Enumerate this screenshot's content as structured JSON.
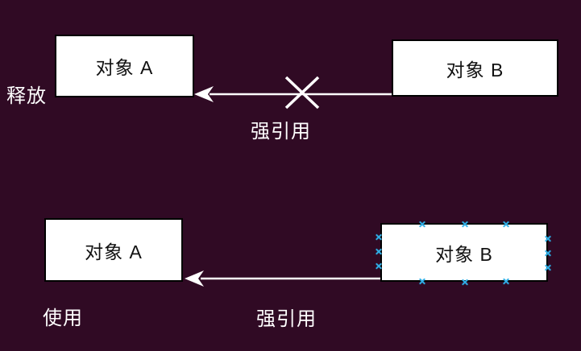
{
  "diagram": {
    "top_scene": {
      "object_a_label": "对象 A",
      "object_b_label": "对象 B",
      "action_label": "释放",
      "arrow_label": "强引用"
    },
    "bottom_scene": {
      "object_a_label": "对象 A",
      "object_b_label": "对象 B",
      "action_label": "使用",
      "arrow_label": "强引用"
    },
    "selection_handle_glyph": "×",
    "icons": {
      "broken_reference_icon": "x-cross-over-arrow",
      "selection_handle_icon": "blue-x-handle"
    },
    "colors": {
      "background": "#300a24",
      "box_fill": "#ffffff",
      "box_border": "#000000",
      "box_text": "#111111",
      "label_text": "#ffffff",
      "arrow": "#ffffff",
      "selection_handle": "#2fb0e8"
    }
  }
}
